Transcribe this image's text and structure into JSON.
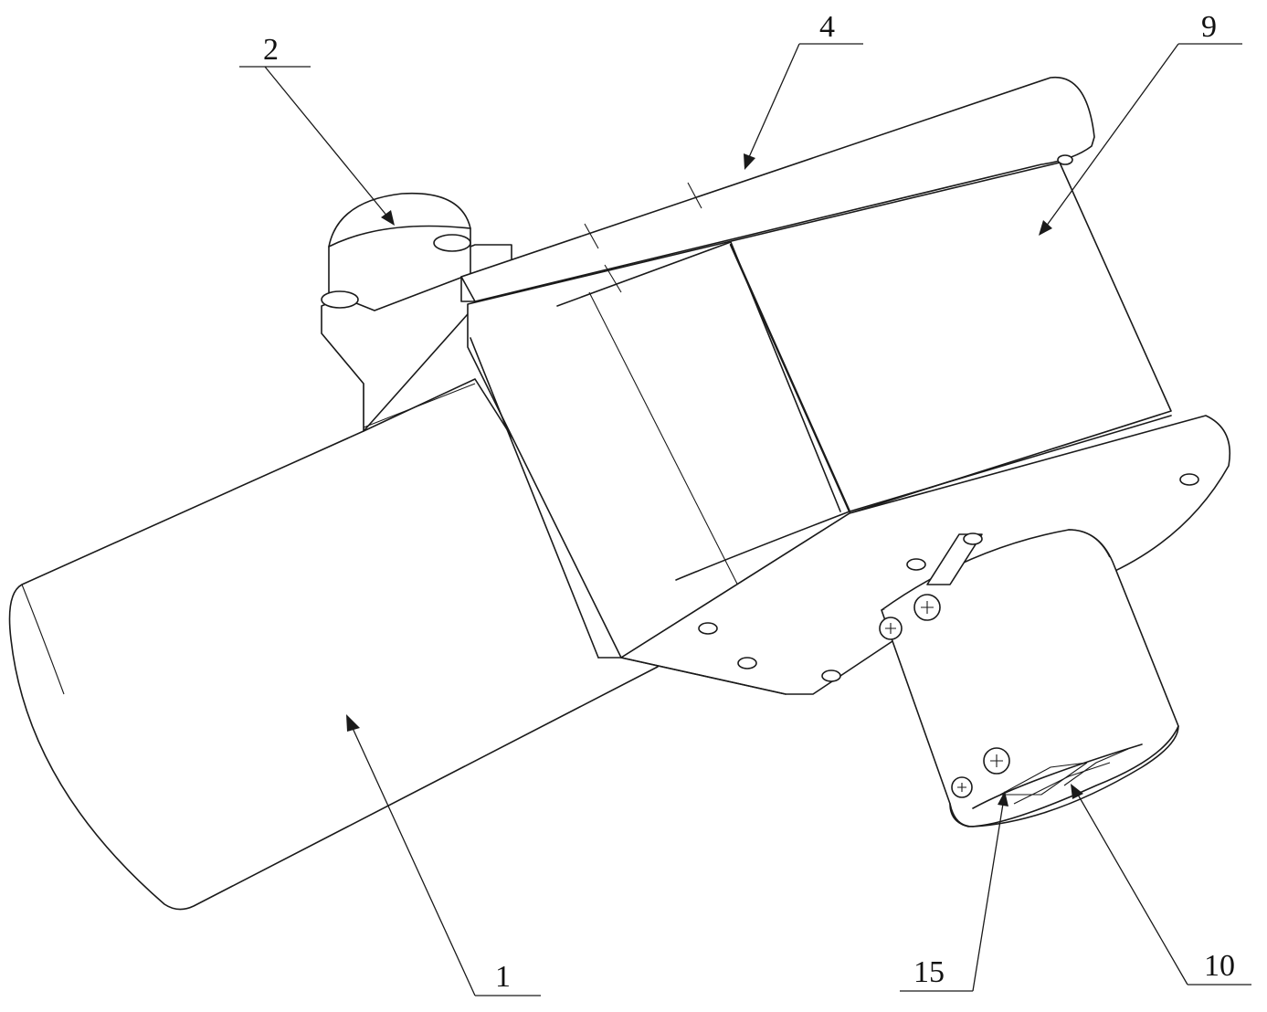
{
  "figure": {
    "callouts": [
      {
        "id": "1",
        "text": "1"
      },
      {
        "id": "2",
        "text": "2"
      },
      {
        "id": "4",
        "text": "4"
      },
      {
        "id": "9",
        "text": "9"
      },
      {
        "id": "10",
        "text": "10"
      },
      {
        "id": "15",
        "text": "15"
      }
    ]
  }
}
